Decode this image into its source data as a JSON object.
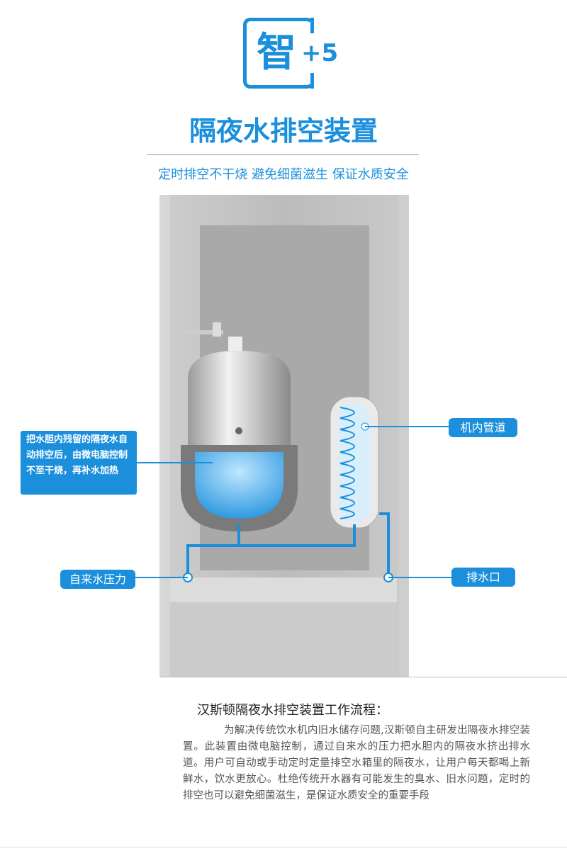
{
  "logo": {
    "char": "智",
    "plus": "+5"
  },
  "title": "隔夜水排空装置",
  "subtitle": "定时排空不干烧 避免细菌滋生 保证水质安全",
  "diagram": {
    "callout": "把水胆内残留的隔夜水自动排空后，由微电脑控制不至干烧，再补水加热",
    "labels": {
      "pipe": "机内管道",
      "drain": "排水口",
      "inlet": "自来水压力"
    }
  },
  "flow": {
    "title": "汉斯顿隔夜水排空装置工作流程：",
    "body": "为解决传统饮水机内旧水储存问题,汉斯顿自主研发出隔夜水排空装置。此装置由微电脑控制，通过自来水的压力把水胆内的隔夜水挤出排水道。用户可自动或手动定时定量排空水箱里的隔夜水，让用户每天都喝上新鲜水，饮水更放心。杜绝传统开水器有可能发生的臭水、旧水问题，定时的排空也可以避免细菌滋生，是保证水质安全的重要手段"
  },
  "colors": {
    "accent": "#1b8fdc"
  }
}
